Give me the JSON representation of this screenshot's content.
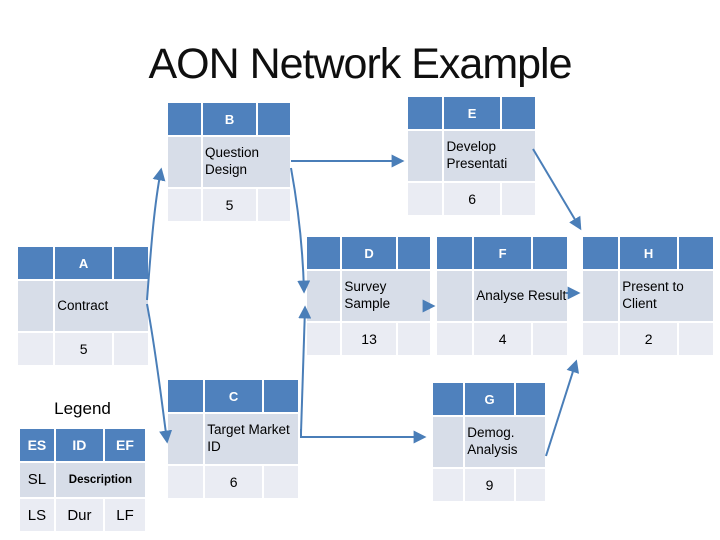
{
  "slide": {
    "title": "AON Network Example"
  },
  "colors": {
    "title": "#0f0f0f",
    "node_header": "#4f81bd",
    "row_description": "#d7dde8",
    "row_numbers": "#eaecf3",
    "connector": "#4a7eb8"
  },
  "legend": {
    "title": "Legend",
    "es": "ES",
    "id": "ID",
    "ef": "EF",
    "sl": "SL",
    "description": "Description",
    "ls": "LS",
    "dur": "Dur",
    "lf": "LF"
  },
  "nodes": [
    {
      "id": "A",
      "desc": "Contract",
      "dur": "5"
    },
    {
      "id": "B",
      "desc": "Question Design",
      "dur": "5"
    },
    {
      "id": "C",
      "desc": "Target Market ID",
      "dur": "6"
    },
    {
      "id": "D",
      "desc": "Survey Sample",
      "dur": "13"
    },
    {
      "id": "E",
      "desc": "Develop Presentati",
      "dur": "6"
    },
    {
      "id": "F",
      "desc": "Analyse Result",
      "dur": "4"
    },
    {
      "id": "G",
      "desc": "Demog. Analysis",
      "dur": "9"
    },
    {
      "id": "H",
      "desc": "Present to Client",
      "dur": "2"
    }
  ],
  "edges": [
    "A→B",
    "A→C",
    "B→E",
    "B→D",
    "C→D",
    "C→G",
    "D→F",
    "F→H",
    "E→H",
    "G→H"
  ]
}
